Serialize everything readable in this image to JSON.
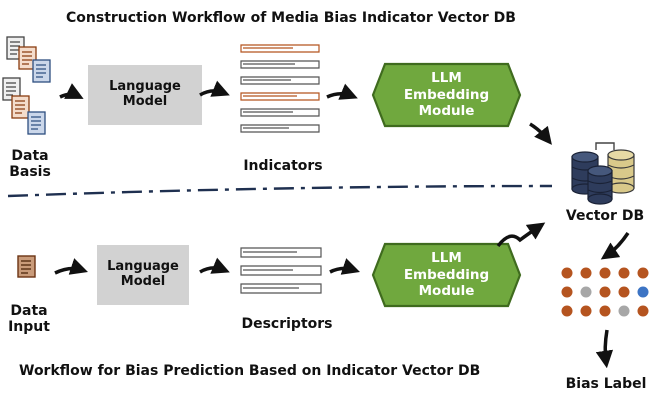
{
  "top_title": "Construction Workflow of Media Bias Indicator Vector DB",
  "bottom_title": "Workflow for Bias Prediction Based on Indicator Vector DB",
  "top": {
    "data_basis": [
      "Data",
      "Basis"
    ],
    "language_model": [
      "Language",
      "Model"
    ],
    "indicators": "Indicators",
    "llm": [
      "LLM",
      "Embedding",
      "Module"
    ]
  },
  "bottom": {
    "data_input": [
      "Data",
      "Input"
    ],
    "language_model": [
      "Language",
      "Model"
    ],
    "descriptors": "Descriptors",
    "llm": [
      "LLM",
      "Embedding",
      "Module"
    ]
  },
  "vector_db": "Vector DB",
  "bias_label": "Bias Label",
  "colors": {
    "llm_green": "#70a83e",
    "llm_border": "#3f6b1e",
    "orange": "#b5541f",
    "gray": "#a7a7a7",
    "blue": "#3c74c4",
    "db_navy": "#2e3c5c",
    "db_khaki": "#d9c98a"
  },
  "bias_dots": [
    [
      "orange",
      "orange",
      "orange",
      "orange",
      "orange"
    ],
    [
      "orange",
      "gray",
      "orange",
      "orange",
      "blue"
    ],
    [
      "orange",
      "orange",
      "orange",
      "gray",
      "orange"
    ]
  ]
}
